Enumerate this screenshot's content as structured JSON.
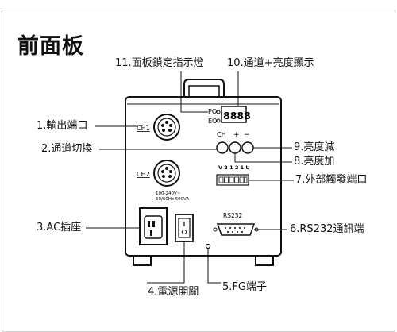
{
  "title": "前面板",
  "callouts": {
    "c1": "1.輸出端口",
    "c2": "2.通道切換",
    "c3": "3.AC插座",
    "c4": "4.電源開關",
    "c5": "5.FG端子",
    "c6": "6.RS232通訊端",
    "c7": "7.外部觸發端口",
    "c8": "8.亮度加",
    "c9": "9.亮度減",
    "c10": "10.通道+亮度顯示",
    "c11": "11.面板鎖定指示燈"
  },
  "panel": {
    "ch1": "CH1",
    "ch2": "CH2",
    "ch": "CH",
    "plus": "+",
    "minus": "−",
    "po": "PO",
    "eo": "EO",
    "display": "8888",
    "ac_rating": "100-240V~",
    "ac_rating2": "50/60Hz 600VA",
    "rs232": "RS232",
    "trigger_pins": "V 2 1 2 1 U"
  }
}
